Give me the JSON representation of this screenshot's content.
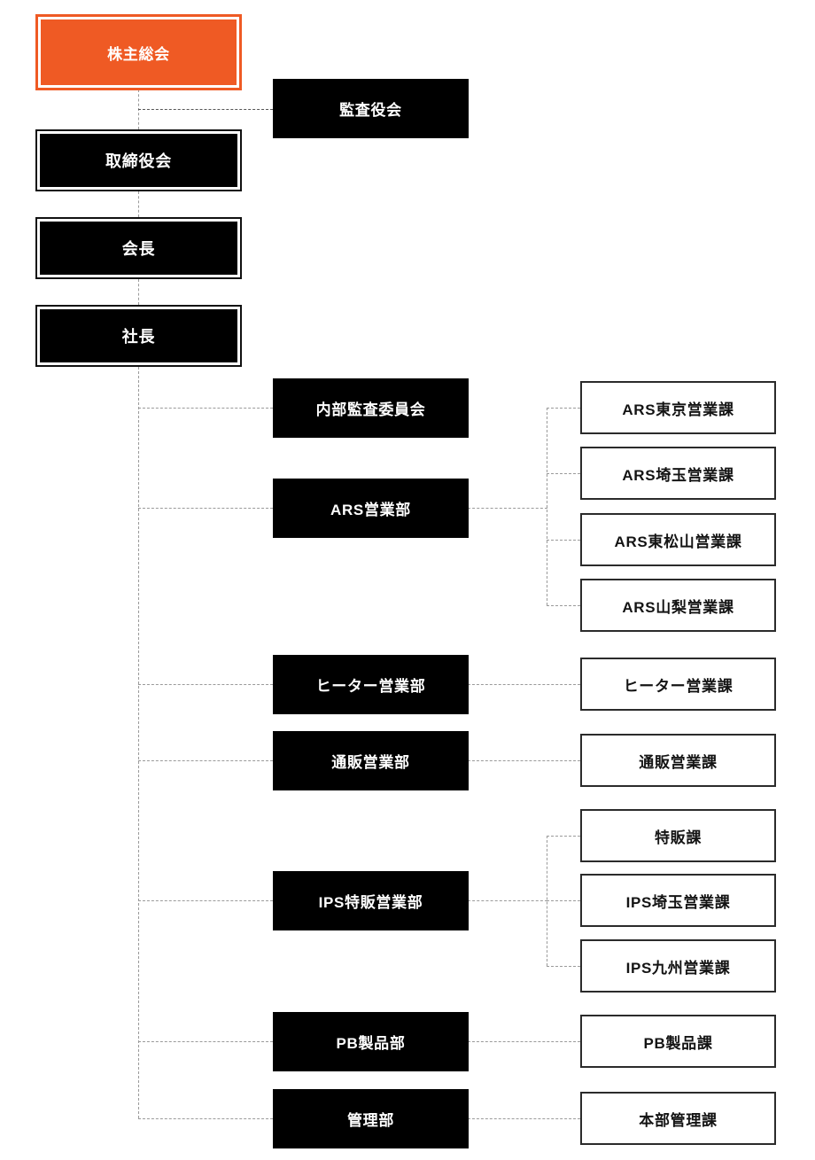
{
  "colors": {
    "accent": "#EF5A24",
    "node_dark": "#000000",
    "node_light": "#FFFFFF",
    "connector": "#9A9A9A",
    "outline_border": "#2B2B2B"
  },
  "chart_title": "",
  "org_chart": {
    "type": "organization-chart",
    "executive_column": [
      {
        "id": "shareholders-meeting",
        "label": "株主総会",
        "style": "hero"
      },
      {
        "id": "board-of-directors",
        "label": "取締役会",
        "style": "exec"
      },
      {
        "id": "chairman",
        "label": "会長",
        "style": "exec"
      },
      {
        "id": "president",
        "label": "社長",
        "style": "exec"
      }
    ],
    "audit_board": {
      "id": "audit-and-supervisory-board",
      "label": "監査役会",
      "style": "solid"
    },
    "divisions": [
      {
        "id": "internal-audit-committee",
        "label": "内部監査委員会",
        "style": "solid",
        "sections": []
      },
      {
        "id": "ars-sales-division",
        "label": "ARS営業部",
        "style": "solid",
        "sections": [
          {
            "id": "ars-tokyo-sales-section",
            "label": "ARS東京営業課"
          },
          {
            "id": "ars-saitama-sales-section",
            "label": "ARS埼玉営業課"
          },
          {
            "id": "ars-higashimatsuyama-sales-section",
            "label": "ARS東松山営業課"
          },
          {
            "id": "ars-yamanashi-sales-section",
            "label": "ARS山梨営業課"
          }
        ]
      },
      {
        "id": "heater-sales-division",
        "label": "ヒーター営業部",
        "style": "solid",
        "sections": [
          {
            "id": "heater-sales-section",
            "label": "ヒーター営業課"
          }
        ]
      },
      {
        "id": "mailorder-sales-division",
        "label": "通販営業部",
        "style": "solid",
        "sections": [
          {
            "id": "mailorder-sales-section",
            "label": "通販営業課"
          }
        ]
      },
      {
        "id": "ips-special-sales-division",
        "label": "IPS特販営業部",
        "style": "solid",
        "sections": [
          {
            "id": "special-sales-section",
            "label": "特販課"
          },
          {
            "id": "ips-saitama-sales-section",
            "label": "IPS埼玉営業課"
          },
          {
            "id": "ips-kyushu-sales-section",
            "label": "IPS九州営業課"
          }
        ]
      },
      {
        "id": "pb-products-division",
        "label": "PB製品部",
        "style": "solid",
        "sections": [
          {
            "id": "pb-products-section",
            "label": "PB製品課"
          }
        ]
      },
      {
        "id": "administration-division",
        "label": "管理部",
        "style": "solid",
        "sections": [
          {
            "id": "headquarters-administration-section",
            "label": "本部管理課"
          }
        ]
      }
    ]
  }
}
